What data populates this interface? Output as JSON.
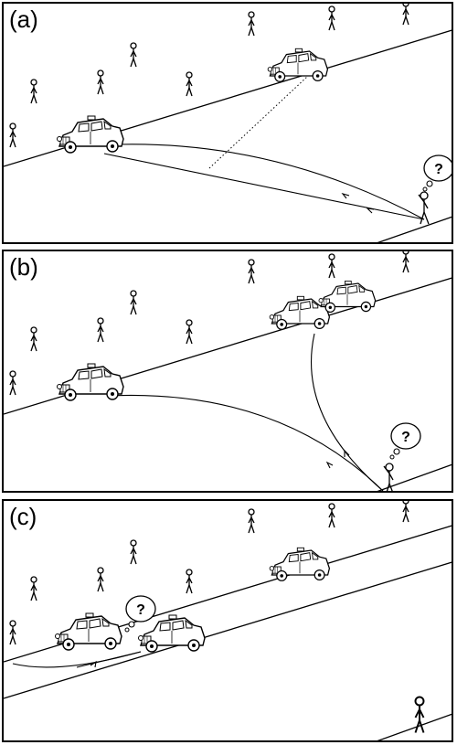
{
  "panels": [
    {
      "label": "(a)"
    },
    {
      "label": "(b)"
    },
    {
      "label": "(c)"
    }
  ],
  "thought_bubble": "?",
  "colors": {
    "ink": "#000000",
    "paper": "#ffffff"
  },
  "icons": [
    "taxi-icon",
    "stick-figure-icon",
    "thought-bubble-icon"
  ]
}
